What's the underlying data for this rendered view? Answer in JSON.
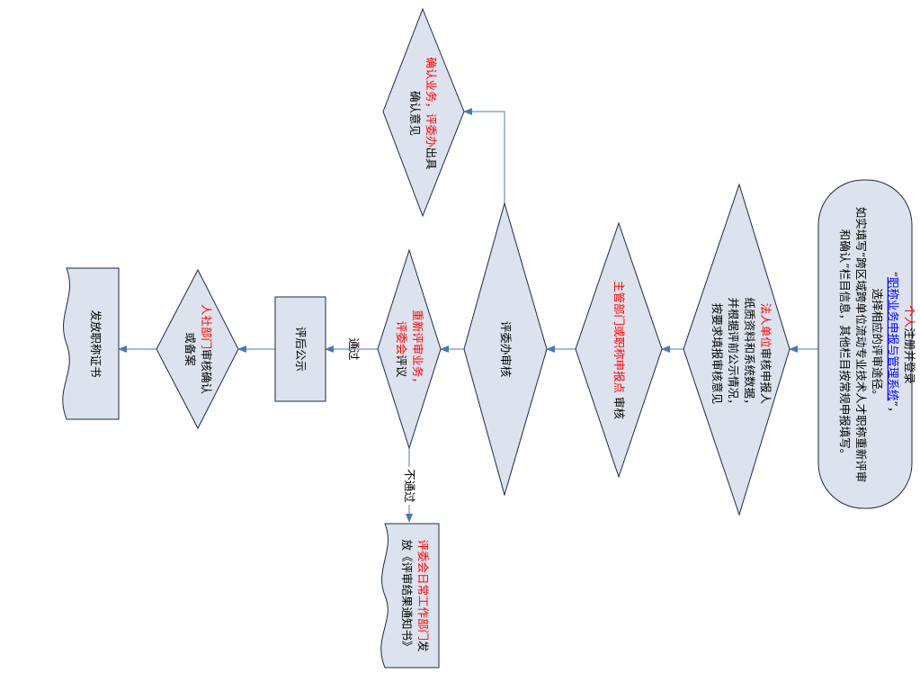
{
  "colors": {
    "shape_fill": "#dce3ee",
    "shape_stroke": "#1f2a44",
    "connector": "#4a78b5",
    "highlight_text": "#ff0000",
    "link_text": "#0000ff"
  },
  "nodes": {
    "start": {
      "line1_red": "个人",
      "line1_rest": "注册并登录",
      "line2_quote_open": "“",
      "line2_link": "职称业务申报与管理系统",
      "line2_quote_close": "”，",
      "line3": "选择相应的评审途径。",
      "line4": "如实填写“跨区域跨单位流动专业技术人才职称重新评审",
      "line5": "和确认”栏目信息，其他栏目按常规申报填写。"
    },
    "employer_review": {
      "line1_red": "法人单位",
      "line1_rest": "审核申报人",
      "line2": "纸质资料和系统数据，",
      "line3": "并根据评前公示情况，",
      "line4": "按要求填报审核意见"
    },
    "authority_review": {
      "label_red": "主管部门或职称申报点",
      "label_rest": " 审核"
    },
    "office_review": {
      "label": "评委办审核"
    },
    "confirm_business": {
      "line1_red": "确认业务，评委办",
      "line1_rest": "出具",
      "line2": "确认意见"
    },
    "reevaluate": {
      "line1_red": "重新评审业务，",
      "line2_red": "评委会",
      "line2_rest": "评议"
    },
    "post_publicity": {
      "label": "评后公示"
    },
    "hrss_confirm": {
      "line1_red": "人社部门",
      "line1_rest": "审核确认",
      "line2": "或备案"
    },
    "issue_certificate": {
      "label": "发放职称证书"
    },
    "notice": {
      "line1_red": "评委会日常工作部门",
      "line1_rest": "发",
      "line2": "放《评审结果通知书》"
    }
  },
  "edge_labels": {
    "pass": "通过",
    "fail": "不通过"
  }
}
